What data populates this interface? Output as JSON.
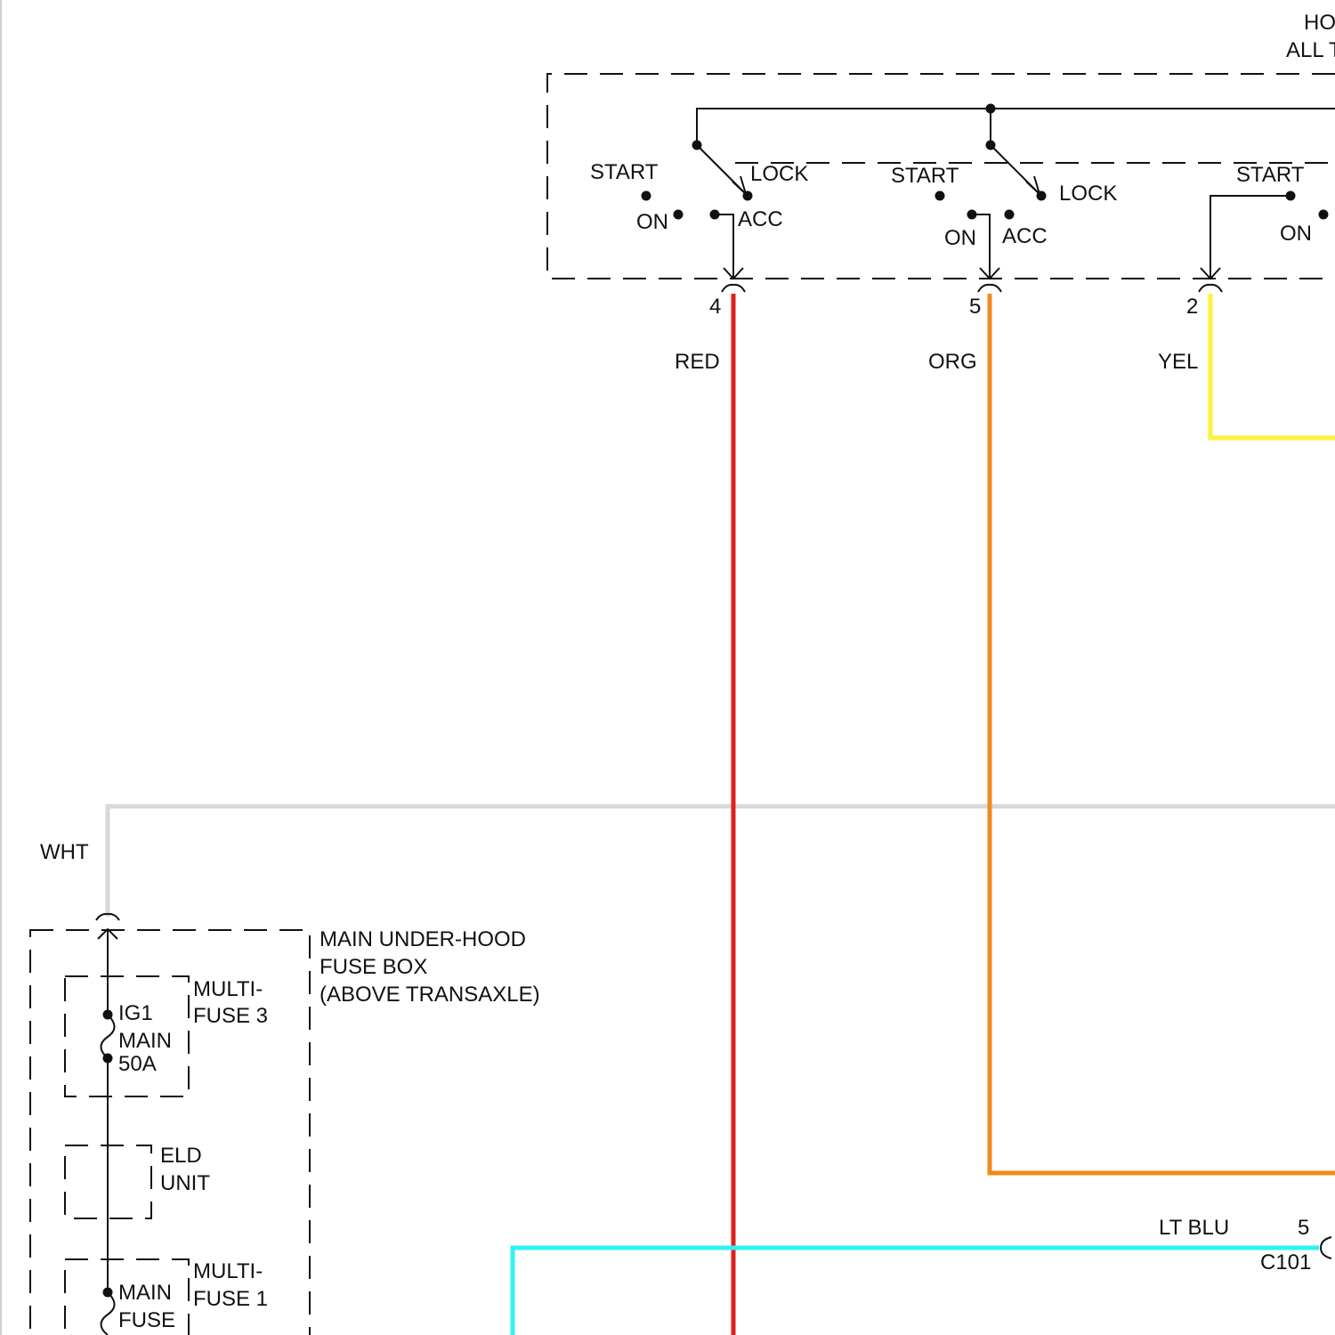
{
  "title_fragment": [
    "HO",
    "ALL T"
  ],
  "ignition_switch": {
    "section_1": {
      "start": "START",
      "lock": "LOCK",
      "on": "ON",
      "acc": "ACC",
      "terminal": "4"
    },
    "section_2": {
      "start": "START",
      "lock": "LOCK",
      "on": "ON",
      "acc": "ACC",
      "terminal": "5"
    },
    "section_3": {
      "start": "START",
      "on": "ON",
      "terminal": "2"
    }
  },
  "wires": {
    "red": {
      "label": "RED",
      "color": "#e0201c"
    },
    "org": {
      "label": "ORG",
      "color": "#f08a1c"
    },
    "yel": {
      "label": "YEL",
      "color": "#fff23a"
    },
    "wht": {
      "label": "WHT",
      "color": "#d8d8d8"
    },
    "ltblu": {
      "label": "LT BLU",
      "color": "#2ff2f2"
    }
  },
  "fuse_box": {
    "title": [
      "MAIN UNDER-HOOD",
      "FUSE BOX",
      "(ABOVE TRANSAXLE)"
    ],
    "multi_fuse_3": {
      "label": [
        "MULTI-",
        "FUSE 3"
      ],
      "fuse": [
        "IG1",
        "MAIN",
        "50A"
      ]
    },
    "eld_unit": [
      "ELD",
      "UNIT"
    ],
    "multi_fuse_1": {
      "label": [
        "MULTI-",
        "FUSE 1"
      ],
      "fuse": [
        "MAIN",
        "FUSE"
      ]
    }
  },
  "connector_c101": {
    "pin": "5",
    "name": "C101"
  }
}
